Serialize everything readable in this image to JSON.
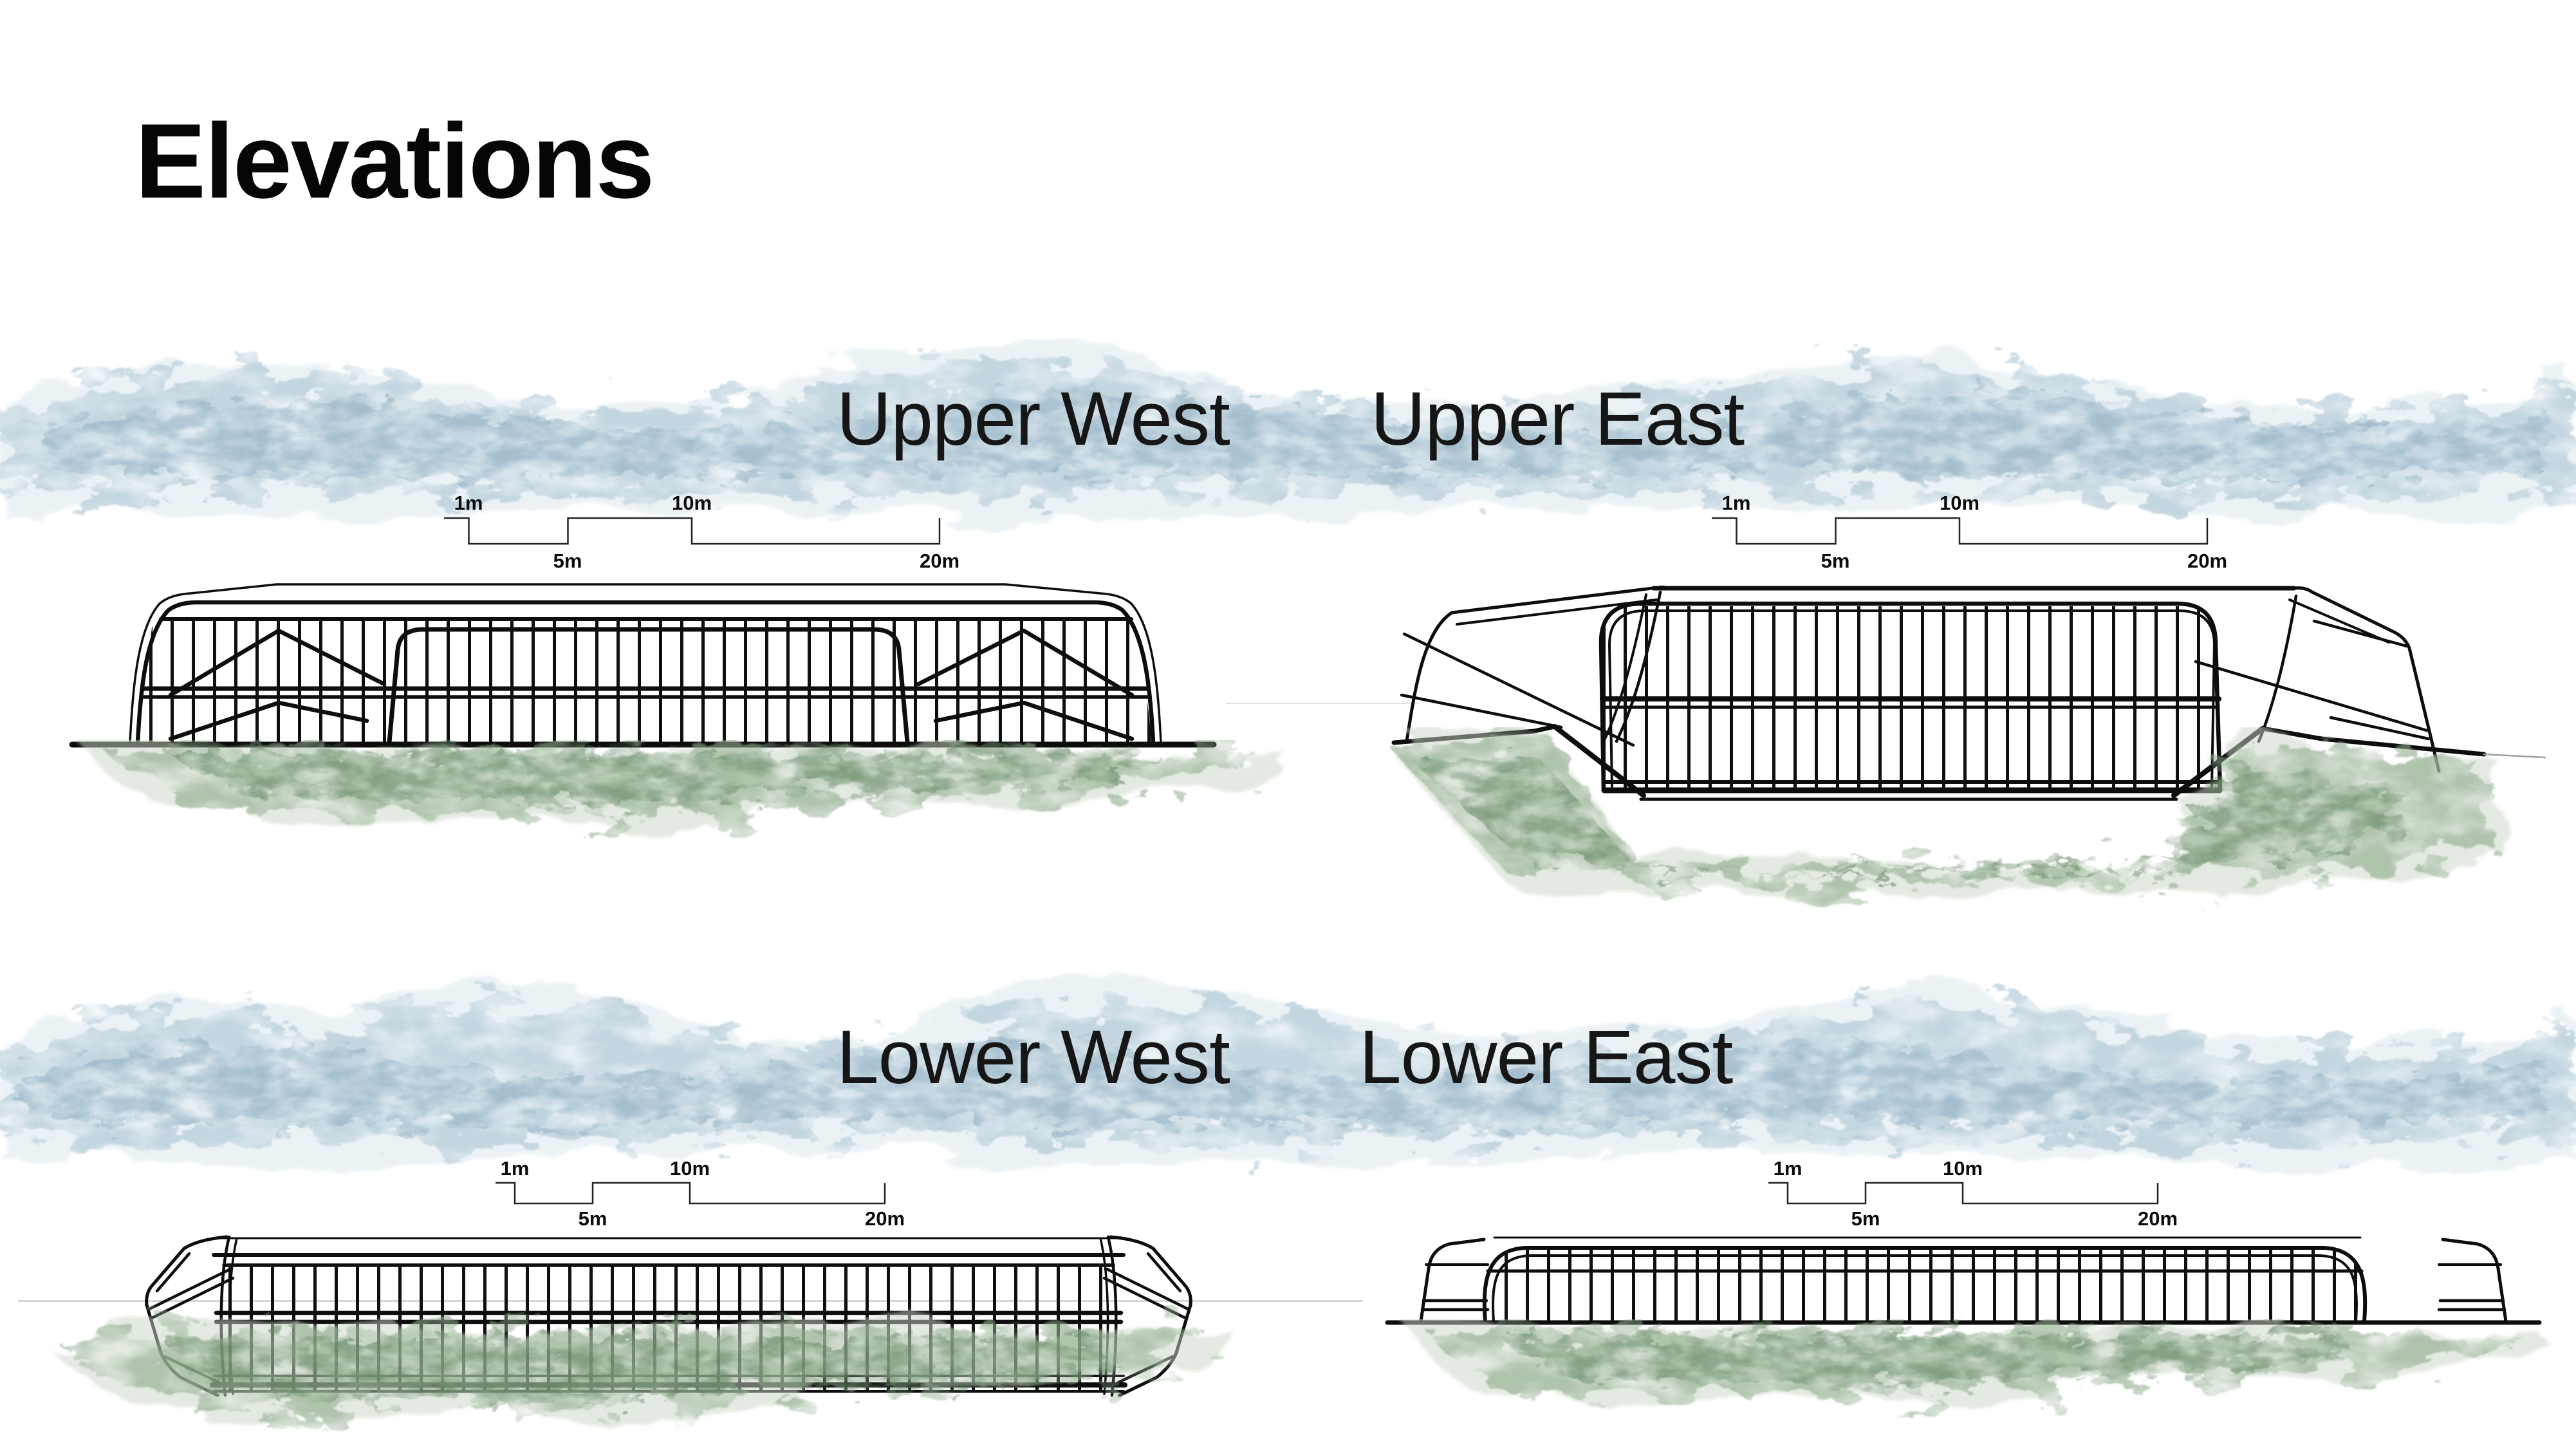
{
  "page": {
    "title": "Elevations"
  },
  "panels": {
    "upper_west": {
      "title": "Upper West"
    },
    "upper_east": {
      "title": "Upper East"
    },
    "lower_west": {
      "title": "Lower West"
    },
    "lower_east": {
      "title": "Lower East"
    }
  },
  "scalebar": {
    "m1": "1m",
    "m5": "5m",
    "m10": "10m",
    "m20": "20m"
  },
  "colors": {
    "line_art": "#0d0d0d",
    "cloud_blue": "#a9c3d2",
    "cloud_pale": "#dce8ee",
    "cloud_deep": "#86a8bd",
    "vegetation_mid": "#8fab8c",
    "vegetation_dark": "#5f8261",
    "vegetation_pale": "#c9d6c4"
  }
}
